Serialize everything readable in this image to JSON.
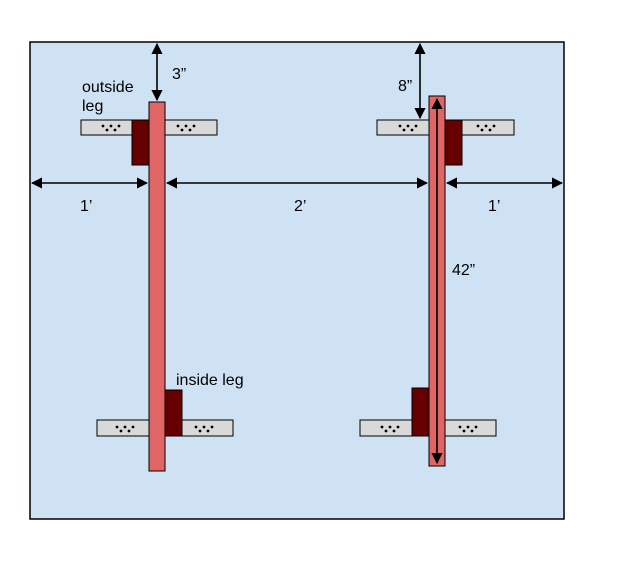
{
  "labels": {
    "outside_leg_line1": "outside",
    "outside_leg_line2": "leg",
    "inside_leg": "inside leg",
    "dim_top_left": "3”",
    "dim_top_right": "8”",
    "dim_left_span": "1’",
    "dim_middle_span": "2’",
    "dim_right_span": "1’",
    "dim_board_length": "42”"
  },
  "colors": {
    "background_panel": "#cfe2f3",
    "panel_border": "#000000",
    "board": "#e06666",
    "leg_block": "#660000",
    "bracket": "#d9d9d9",
    "dimension_line": "#000000"
  }
}
